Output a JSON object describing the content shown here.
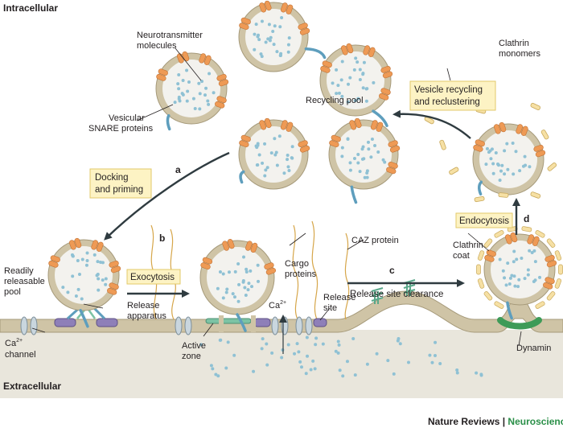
{
  "regions": {
    "intracellular": "Intracellular",
    "extracellular": "Extracellular"
  },
  "steps": {
    "a": {
      "letter": "a",
      "line1": "Docking",
      "line2": "and priming"
    },
    "b": {
      "letter": "b",
      "label": "Exocytosis"
    },
    "c": {
      "letter": "c",
      "label": "Release site clearance"
    },
    "d": {
      "letter": "d",
      "label": "Endocytosis"
    },
    "e": {
      "letter": "e",
      "line1": "Vesicle recycling",
      "line2": "and reclustering"
    }
  },
  "labels": {
    "neurotransmitter": [
      "Neurotransmitter",
      "molecules"
    ],
    "vesicular_snare": [
      "Vesicular",
      "SNARE proteins"
    ],
    "recycling_pool": "Recycling pool",
    "clathrin_monomers": [
      "Clathrin",
      "monomers"
    ],
    "readily_releasable_pool": [
      "Readily",
      "releasable",
      "pool"
    ],
    "release_apparatus": [
      "Release",
      "apparatus"
    ],
    "cargo_proteins": [
      "Cargo",
      "proteins"
    ],
    "caz_protein": "CAZ protein",
    "release_site": [
      "Release",
      "site"
    ],
    "clathrin_coat": [
      "Clathrin",
      "coat"
    ],
    "ca_channel": [
      "Ca",
      "2+",
      "channel"
    ],
    "ca_ion": [
      "Ca",
      "2+"
    ],
    "active_zone": [
      "Active",
      "zone"
    ],
    "dynamin": "Dynamin"
  },
  "credit": {
    "journal": "Nature Reviews",
    "separator": " | ",
    "subject": "Neuroscience"
  },
  "colors": {
    "membrane": "#cfc4a6",
    "membrane_edge": "#a69a7a",
    "lumen": "#f3f2ee",
    "cleft": "#e9e6dc",
    "transmitter": "#8fc1d4",
    "snare_orange": "#ee9a55",
    "snare_blue": "#5e9ebd",
    "clathrin": "#f6e0a4",
    "dynamin": "#3e9b58",
    "arrow": "#2f3b40",
    "purple": "#8e7fb8",
    "green_coil": "#7cc3a4",
    "caz": "#d6a64a"
  }
}
